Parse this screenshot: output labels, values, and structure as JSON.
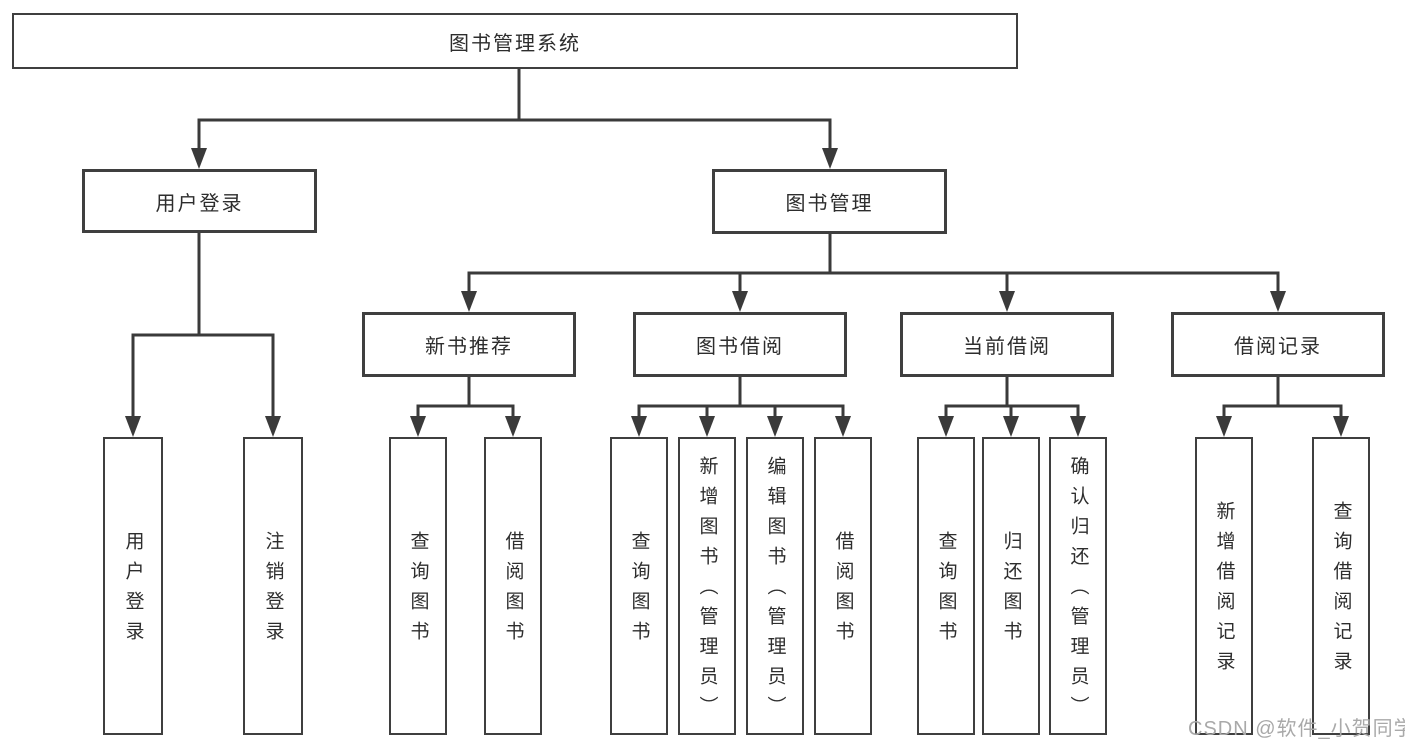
{
  "diagram_type": "hierarchy-tree",
  "colors": {
    "line": "#3a3a3a",
    "border": "#3f3f3f",
    "text": "#2d2d2d",
    "watermark": "#a9a9a9",
    "bg": "#ffffff"
  },
  "tree": {
    "label": "图书管理系统",
    "children": [
      {
        "label": "用户登录",
        "children": [
          {
            "label": "用户登录"
          },
          {
            "label": "注销登录"
          }
        ]
      },
      {
        "label": "图书管理",
        "children": [
          {
            "label": "新书推荐",
            "children": [
              {
                "label": "查询图书"
              },
              {
                "label": "借阅图书"
              }
            ]
          },
          {
            "label": "图书借阅",
            "children": [
              {
                "label": "查询图书"
              },
              {
                "label": "新增图书（管理员）"
              },
              {
                "label": "编辑图书（管理员）"
              },
              {
                "label": "借阅图书"
              }
            ]
          },
          {
            "label": "当前借阅",
            "children": [
              {
                "label": "查询图书"
              },
              {
                "label": "归还图书"
              },
              {
                "label": "确认归还（管理员）"
              }
            ]
          },
          {
            "label": "借阅记录",
            "children": [
              {
                "label": "新增借阅记录"
              },
              {
                "label": "查询借阅记录"
              }
            ]
          }
        ]
      }
    ]
  },
  "watermark": {
    "text": "CSDN @软件_小贺同学"
  }
}
